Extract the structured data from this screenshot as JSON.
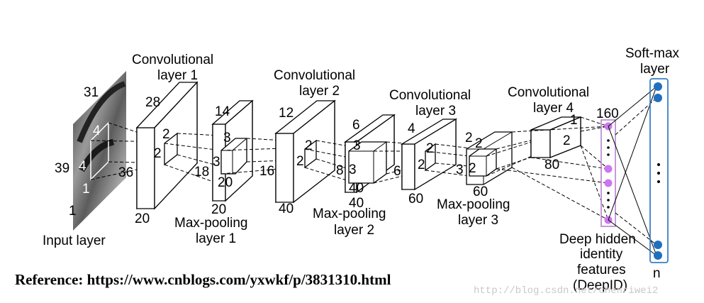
{
  "layers": {
    "conv1_title": [
      "Convolutional",
      "layer 1"
    ],
    "conv2_title": [
      "Convolutional",
      "layer 2"
    ],
    "conv3_title": [
      "Convolutional",
      "layer 3"
    ],
    "conv4_title": [
      "Convolutional",
      "layer 4"
    ],
    "pool1_title": [
      "Max-pooling",
      "layer 1"
    ],
    "pool2_title": [
      "Max-pooling",
      "layer 2"
    ],
    "pool3_title": [
      "Max-pooling",
      "layer 3"
    ],
    "input_title": "Input layer",
    "softmax_title": [
      "Soft-max",
      "layer"
    ],
    "deepid_title": [
      "Deep hidden",
      "identity",
      "features",
      "(DeepID)"
    ]
  },
  "dims": {
    "input": {
      "width": "31",
      "height": "39",
      "depth": "1",
      "kernel_a": "4",
      "kernel_b": "4",
      "kernel_c": "1"
    },
    "conv1": {
      "height": "28",
      "width": "36",
      "depth": "20",
      "kernel_a": "2",
      "kernel_b": "2"
    },
    "pool1": {
      "height": "14",
      "width": "18",
      "depth": "20",
      "kernel_a": "3",
      "kernel_b": "3",
      "kernel_c": "20"
    },
    "conv2": {
      "height": "12",
      "width": "16",
      "depth": "40",
      "kernel_a": "2",
      "kernel_b": "2"
    },
    "pool2": {
      "height": "6",
      "width": "8",
      "depth": "40",
      "kernel_a": "3",
      "kernel_b": "3",
      "kernel_c": "40"
    },
    "conv3": {
      "height": "4",
      "width": "6",
      "depth": "60",
      "kernel_a": "2",
      "kernel_b": "2"
    },
    "pool3": {
      "height": "2",
      "width": "3",
      "depth": "60",
      "kernel_a": "2",
      "kernel_b": "2"
    },
    "conv4": {
      "height": "1",
      "width": "2",
      "depth": "80"
    },
    "deepid": {
      "size": "160"
    },
    "softmax": {
      "size": "n"
    }
  },
  "reference": "Reference: https://www.cnblogs.com/yxwkf/p/3831310.html",
  "watermark": "http://blog.csdn.net/chenriwei2",
  "colors": {
    "deepid_node": "#cc77ee",
    "deepid_frame": "#b07ac8",
    "softmax_node": "#1f6fbf",
    "softmax_frame": "#3a7fc4"
  }
}
